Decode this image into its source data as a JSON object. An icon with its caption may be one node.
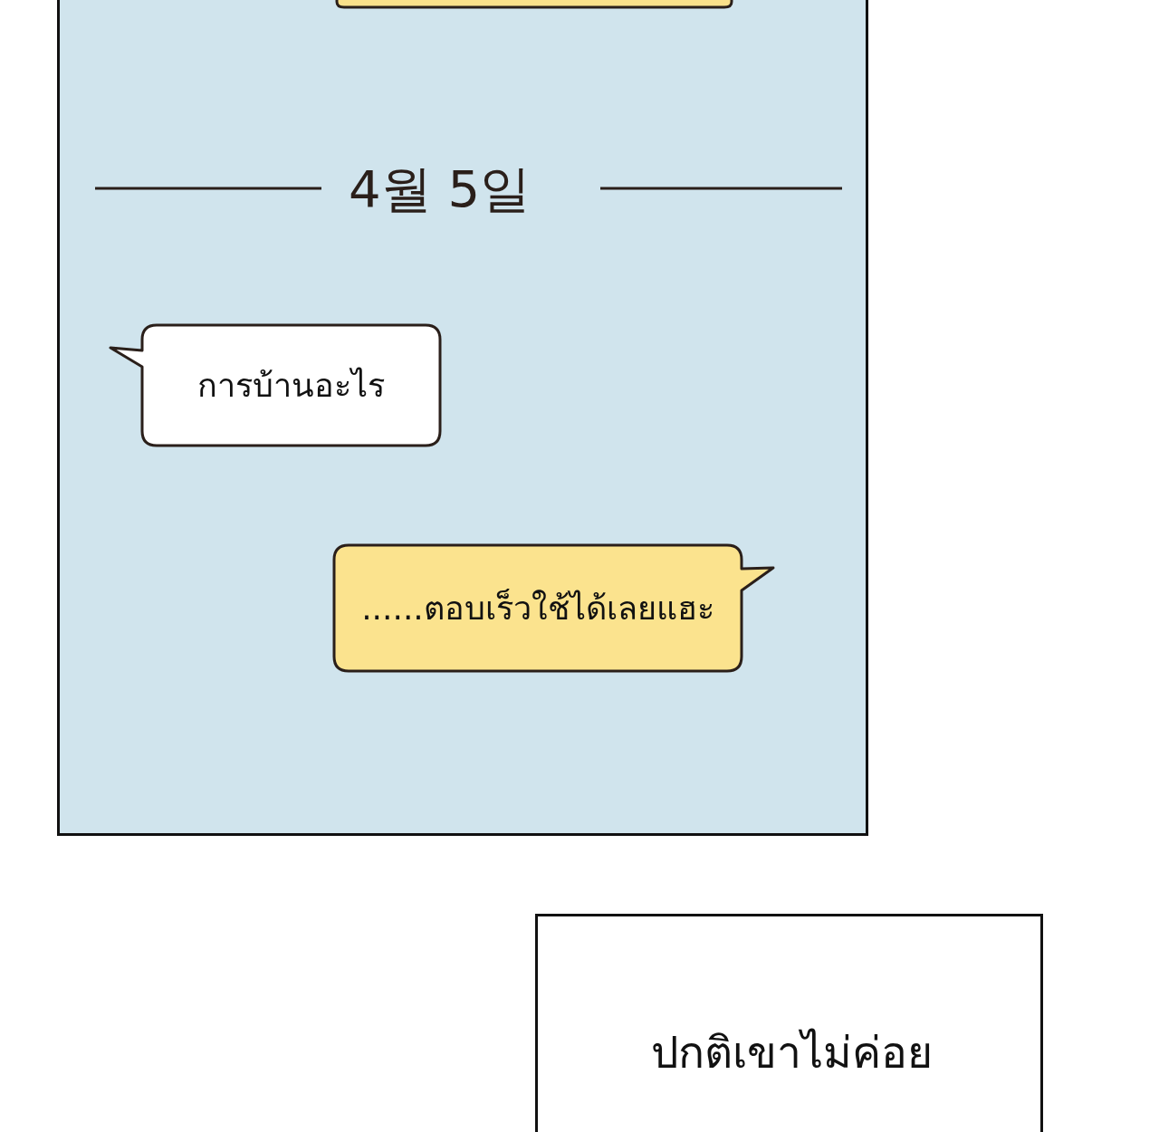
{
  "diagram": {
    "nodes": [
      {
        "text": [],
        "shape": "box"
      },
      {
        "text": [],
        "shape": "box",
        "in": 0
      },
      {
        "text": [
          "การบ้านอะไร"
        ],
        "in": 0
      },
      {
        "text": [
          "......ตอบเร็วใช้ได้เลยแฮะ"
        ],
        "in": 0
      },
      {
        "text": [
          "ปกติเขาไม่ค่อย"
        ]
      }
    ],
    "edges": [],
    "labels": [
      "4월 5일"
    ]
  }
}
